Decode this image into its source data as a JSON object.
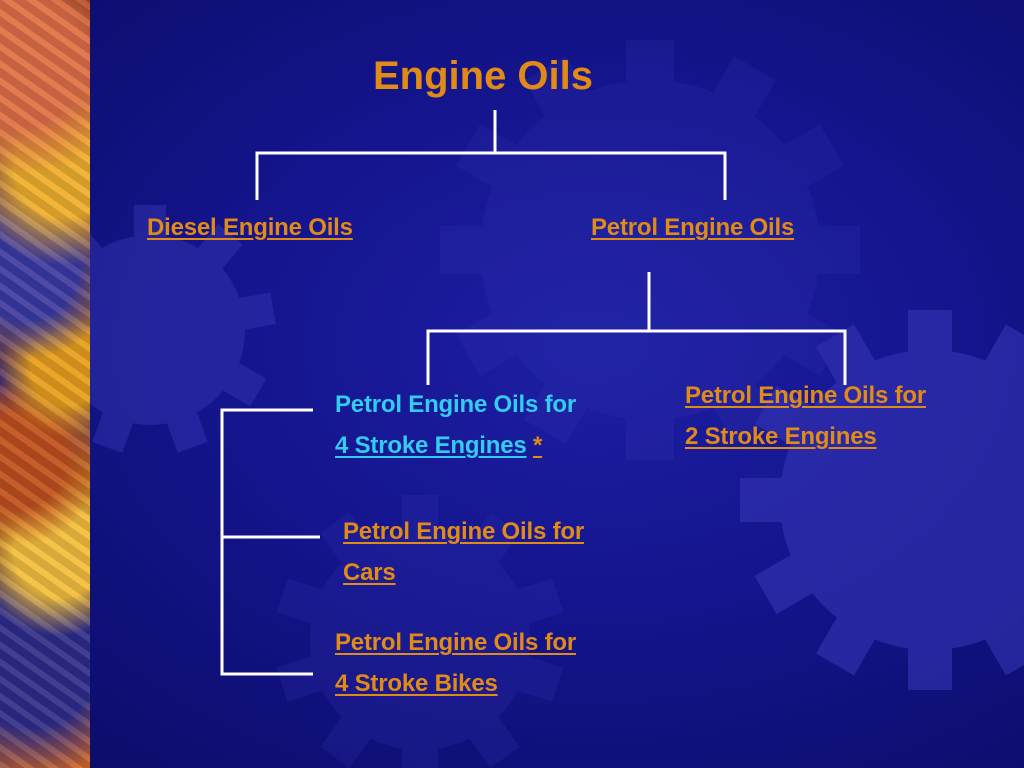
{
  "diagram": {
    "title": "Engine Oils",
    "diesel": "Diesel Engine Oils",
    "petrol": "Petrol Engine Oils",
    "petrol_4_stroke": {
      "line1": "Petrol Engine Oils for",
      "line2": "4 Stroke Engines",
      "marker": "*"
    },
    "petrol_2_stroke": {
      "line1": "Petrol Engine Oils for",
      "line2": "2 Stroke Engines"
    },
    "petrol_cars": {
      "line1": "Petrol Engine Oils for",
      "line2": "Cars"
    },
    "petrol_bikes": {
      "line1": "Petrol Engine Oils for",
      "line2": "4 Stroke Bikes"
    }
  },
  "colors": {
    "background": "#14148c",
    "title_text": "#e08a18",
    "link_text": "#e08a18",
    "highlight_text": "#33ccee",
    "connector": "#ffffff",
    "gear": "#3a3ab8"
  }
}
